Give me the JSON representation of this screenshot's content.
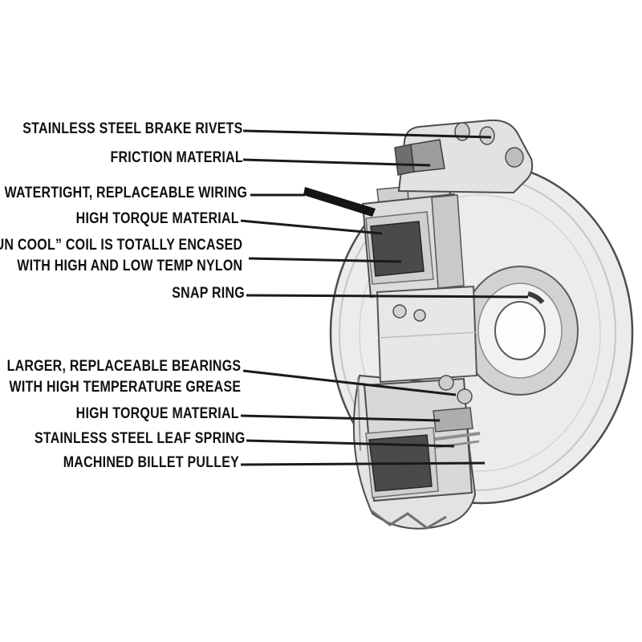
{
  "diagram": {
    "name": "Electric clutch cutaway diagram",
    "colors": {
      "leader_line": "#1a1a1a",
      "text": "#101010",
      "background": "#ffffff"
    },
    "callouts": [
      {
        "id": "brake-rivets",
        "lines": [
          "STAINLESS STEEL BRAKE RIVETS"
        ]
      },
      {
        "id": "friction-material",
        "lines": [
          "FRICTION MATERIAL"
        ]
      },
      {
        "id": "wiring",
        "lines": [
          "WATERTIGHT, REPLACEABLE WIRING"
        ]
      },
      {
        "id": "high-torque-upper",
        "lines": [
          "HIGH TORQUE MATERIAL"
        ]
      },
      {
        "id": "run-cool-coil",
        "lines": [
          "“RUN COOL” COIL IS TOTALLY ENCASED",
          "WITH HIGH AND LOW TEMP NYLON"
        ]
      },
      {
        "id": "snap-ring",
        "lines": [
          "SNAP RING"
        ]
      },
      {
        "id": "bearings",
        "lines": [
          "LARGER, REPLACEABLE BEARINGS",
          "WITH HIGH TEMPERATURE GREASE"
        ]
      },
      {
        "id": "high-torque-lower",
        "lines": [
          "HIGH TORQUE MATERIAL"
        ]
      },
      {
        "id": "leaf-spring",
        "lines": [
          "STAINLESS STEEL LEAF SPRING"
        ]
      },
      {
        "id": "billet-pulley",
        "lines": [
          "MACHINED BILLET PULLEY"
        ]
      }
    ]
  }
}
